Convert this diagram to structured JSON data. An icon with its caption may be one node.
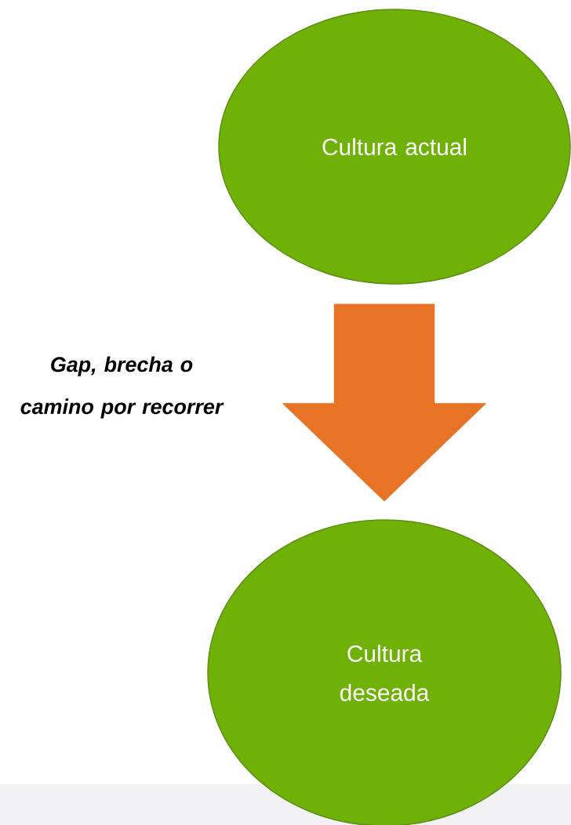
{
  "diagram": {
    "nodes": [
      {
        "text": [
          "Cultura actual"
        ]
      },
      {
        "text": [
          "Cultura deseada"
        ]
      }
    ],
    "edges": [
      {
        "from": 0,
        "to": 1,
        "arrow": "to"
      }
    ],
    "labels": [
      "Gap, brecha o camino por recorrer"
    ]
  }
}
